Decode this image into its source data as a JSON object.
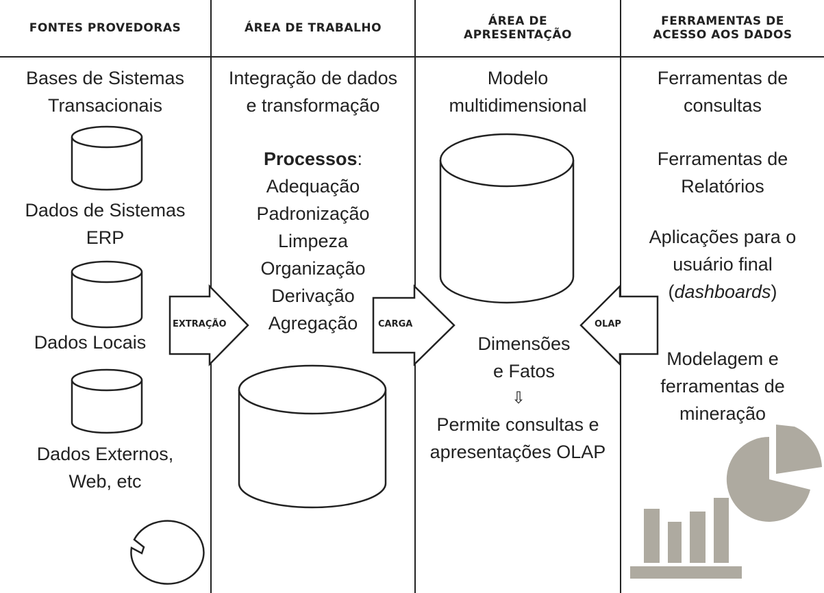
{
  "columns": [
    {
      "header": "FONTES PROVEDORAS",
      "items": [
        "Bases de Sistemas\nTransacionais",
        "Dados de Sistemas\nERP",
        "Dados Locais",
        "Dados Externos,\nWeb, etc"
      ]
    },
    {
      "header": "ÁREA DE TRABALHO",
      "intro": "Integração de dados\ne transformação",
      "process_title": "Processos",
      "process_colon": ":",
      "processes": [
        "Adequação",
        "Padronização",
        "Limpeza",
        "Organização",
        "Derivação",
        "Agregação"
      ]
    },
    {
      "header": "ÁREA DE\nAPRESENTAÇÃO",
      "model": "Modelo\nmultidimensional",
      "dims": "Dimensões\ne Fatos",
      "arrow_down": "⇩",
      "note": "Permite consultas e\napresentações OLAP"
    },
    {
      "header": "FERRAMENTAS DE\nACESSO AOS DADOS",
      "tools": [
        "Ferramentas de\nconsultas",
        "Ferramentas de\nRelatórios",
        "Aplicações para o\nusuário final",
        "Modelagem e\nferramentas de\nmineração"
      ],
      "tools_dash_prefix": "(",
      "tools_dash_italic": "dashboards",
      "tools_dash_suffix": ")"
    }
  ],
  "arrows": {
    "extracao": "EXTRAÇÃO",
    "carga": "CARGA",
    "olap": "OLAP"
  },
  "colors": {
    "line": "#222222",
    "chart_gray": "#aeaaa0"
  }
}
